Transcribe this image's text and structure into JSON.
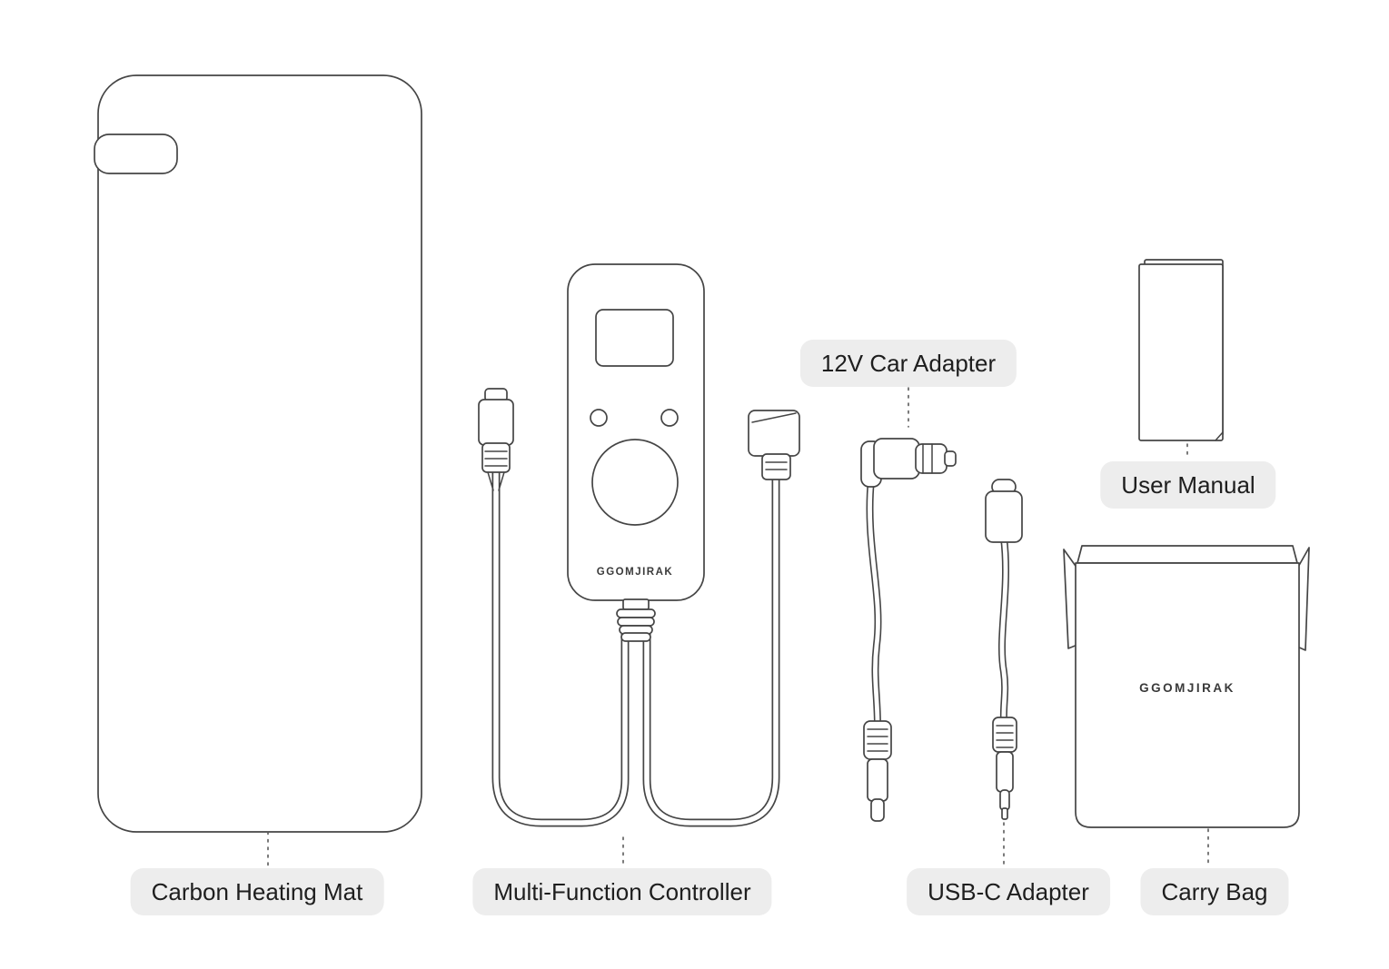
{
  "page": {
    "background": "#ffffff",
    "line_color": "#454545",
    "label_bg": "#ededed",
    "label_text_color": "#1e1e1e"
  },
  "brand": "GGOMJIRAK",
  "items": {
    "heating_mat": {
      "label": "Carbon Heating Mat"
    },
    "controller": {
      "label": "Multi-Function Controller"
    },
    "car_adapter": {
      "label": "12V Car Adapter"
    },
    "usbc_adapter": {
      "label": "USB-C Adapter"
    },
    "user_manual": {
      "label": "User Manual"
    },
    "carry_bag": {
      "label": "Carry Bag"
    }
  }
}
